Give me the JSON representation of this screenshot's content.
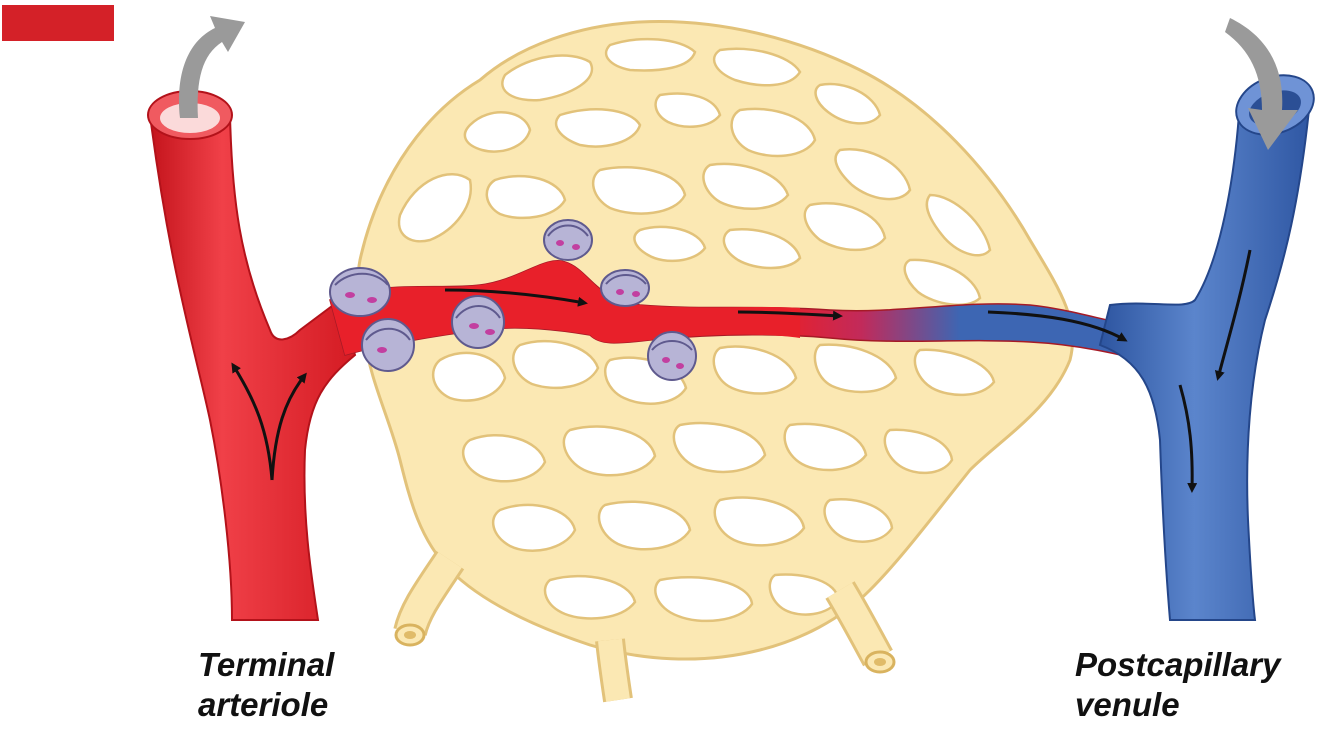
{
  "labels": {
    "terminal_arteriole": [
      "Terminal",
      "arteriole"
    ],
    "postcapillary_venule": [
      "Postcapillary",
      "venule"
    ]
  },
  "colors": {
    "arteriole": "#e8202a",
    "venule": "#3d66b3",
    "capillary_bed": "#fbe8b3",
    "capillary_outline": "#e2c27a",
    "sphincter": "#b7b4d6",
    "sphincter_nuclei": "#c23fa0",
    "flow_arrow_gray": "#9a9a9a",
    "corner_tab": "#d42128"
  },
  "icons": [
    "flow-arrow-icon",
    "precapillary-sphincter-icon"
  ]
}
